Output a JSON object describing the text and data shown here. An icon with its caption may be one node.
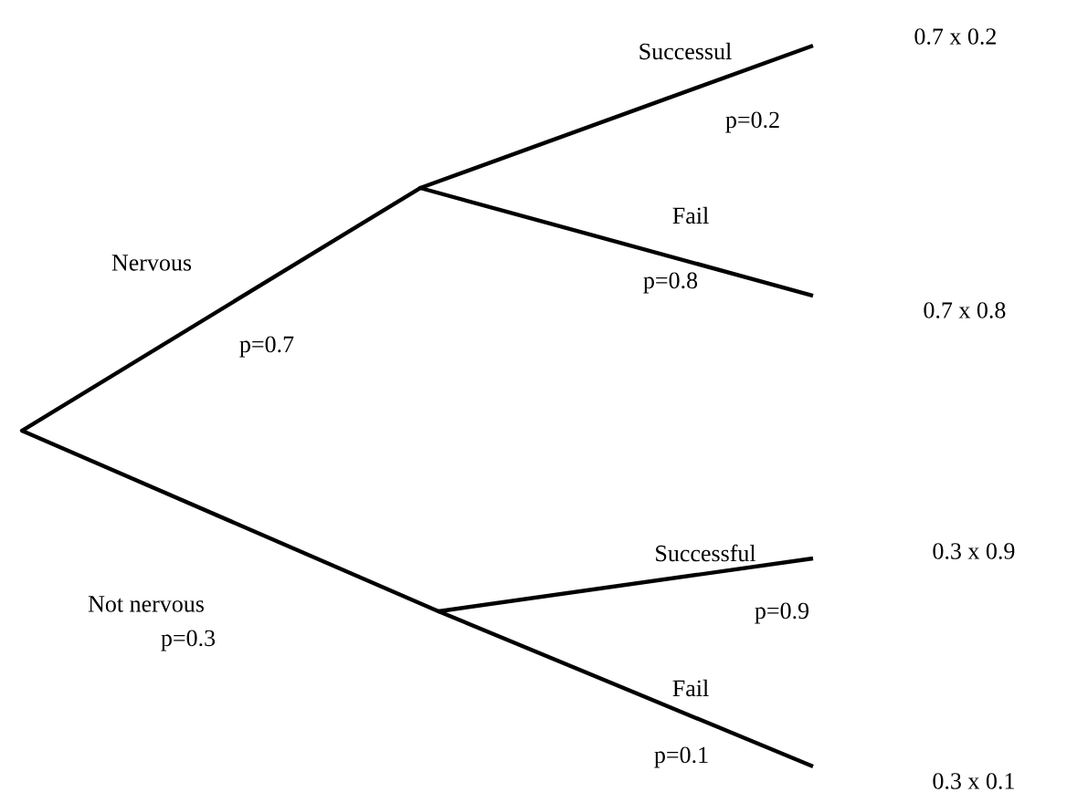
{
  "diagram": {
    "nodes": [
      {
        "text": [],
        "shape": "point"
      },
      {
        "text": [],
        "shape": "point"
      },
      {
        "text": [],
        "shape": "point"
      },
      {
        "text": [
          "0.7 x 0.2"
        ]
      },
      {
        "text": [
          "0.7 x 0.8"
        ]
      },
      {
        "text": [
          "0.3 x 0.9"
        ]
      },
      {
        "text": [
          "0.3 x 0.1"
        ]
      }
    ],
    "edges": [
      {
        "from": 0,
        "to": 1,
        "arrow": "none",
        "label": "Nervous"
      },
      {
        "from": 0,
        "to": 2,
        "arrow": "none",
        "label": "Not nervous"
      },
      {
        "from": 1,
        "to": 3,
        "arrow": "none",
        "label": "Successul"
      },
      {
        "from": 1,
        "to": 4,
        "arrow": "none",
        "label": "Fail"
      },
      {
        "from": 2,
        "to": 5,
        "arrow": "none",
        "label": "Successful"
      },
      {
        "from": 2,
        "to": 6,
        "arrow": "none",
        "label": "Fail"
      }
    ],
    "labels": [
      "p=0.2",
      "p=0.8",
      "p=0.7",
      "p=0.9",
      "p=0.3",
      "p=0.1"
    ]
  }
}
